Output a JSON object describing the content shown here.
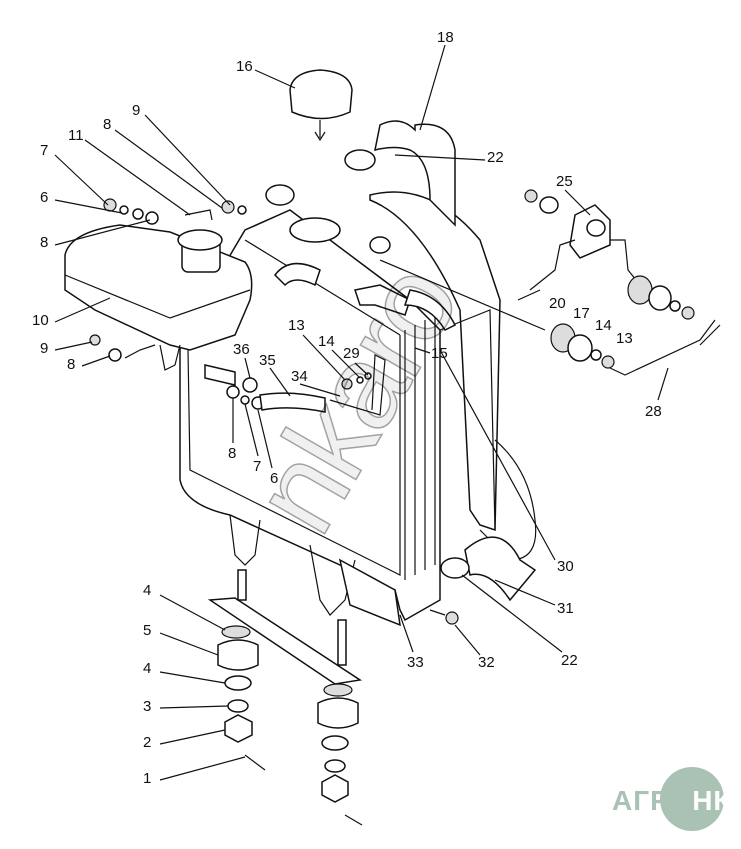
{
  "diagram": {
    "title": "Radiator assembly exploded view",
    "callouts": [
      "18",
      "16",
      "22",
      "9",
      "8",
      "11",
      "7",
      "6",
      "8",
      "25",
      "10",
      "9",
      "8",
      "13",
      "14",
      "29",
      "36",
      "35",
      "34",
      "15",
      "20",
      "17",
      "14",
      "13",
      "28",
      "8",
      "7",
      "6",
      "30",
      "31",
      "4",
      "5",
      "4",
      "3",
      "2",
      "1",
      "33",
      "32",
      "22"
    ]
  },
  "watermark": {
    "text": "nkaro"
  },
  "logo": {
    "left": "АГРО",
    "right": "НКА"
  },
  "colors": {
    "line": "#111111",
    "logo": "#a9c2b3"
  }
}
